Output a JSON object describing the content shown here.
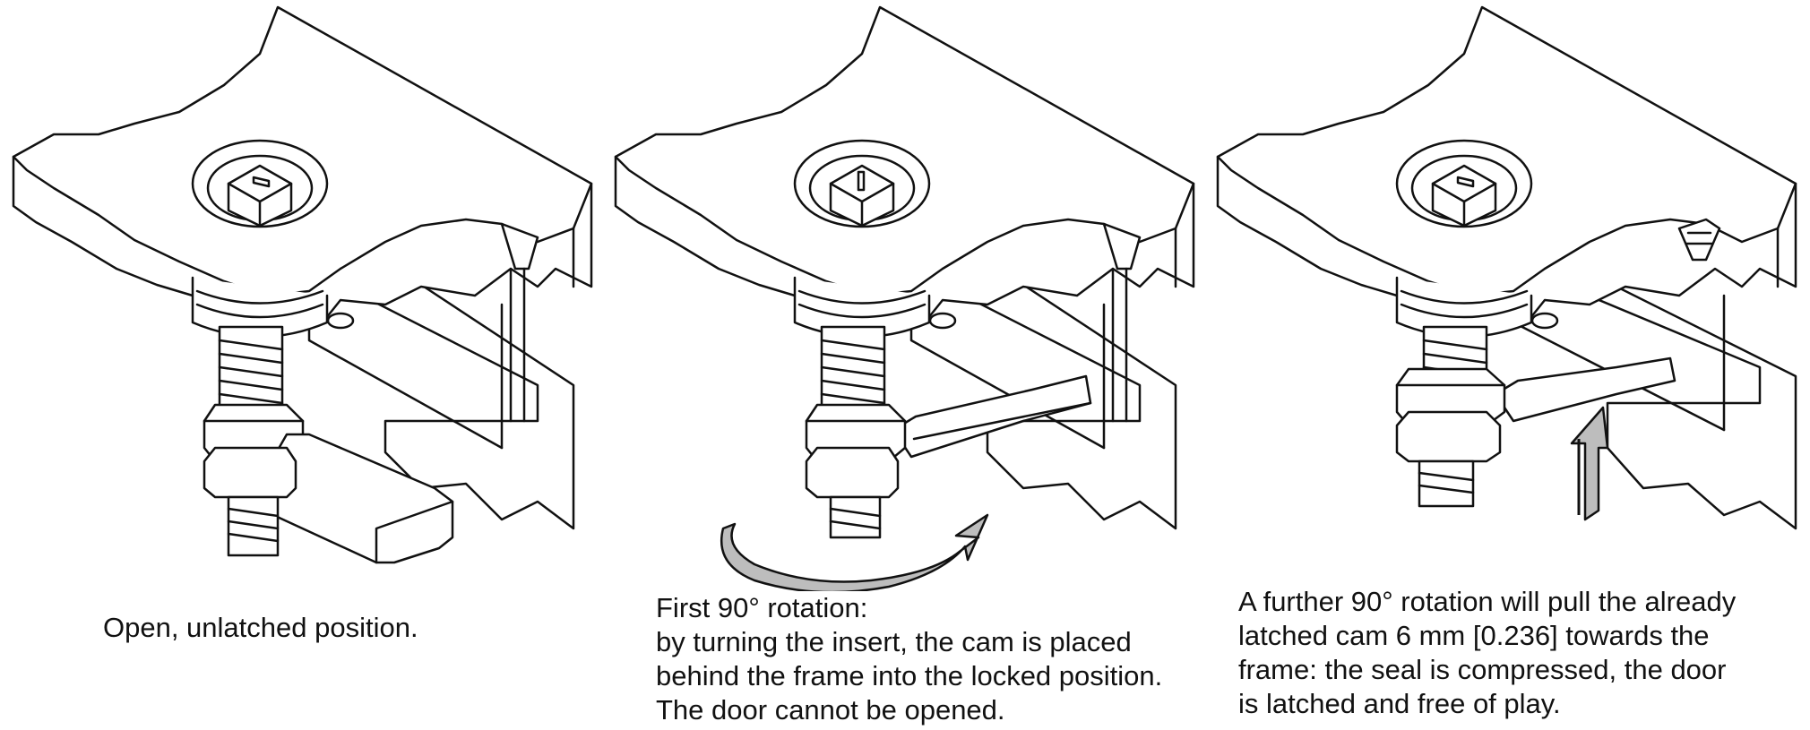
{
  "panels": [
    {
      "id": "open",
      "caption_lines": [
        "Open, unlatched position."
      ],
      "arrow": "none"
    },
    {
      "id": "first-rotation",
      "caption_lines": [
        "First 90° rotation:",
        "by turning the insert, the cam is placed",
        "behind the frame into the locked position.",
        "The door cannot be opened."
      ],
      "arrow": "rotation-arrow"
    },
    {
      "id": "further-rotation",
      "caption_lines": [
        "A further 90° rotation will pull the already",
        "latched cam 6 mm [0.236] towards the",
        "frame: the seal is compressed, the door",
        "is latched and free of play."
      ],
      "arrow": "up-arrow"
    }
  ],
  "colors": {
    "line": "#111111",
    "arrow_fill": "#bdbdbd",
    "background": "#ffffff"
  }
}
